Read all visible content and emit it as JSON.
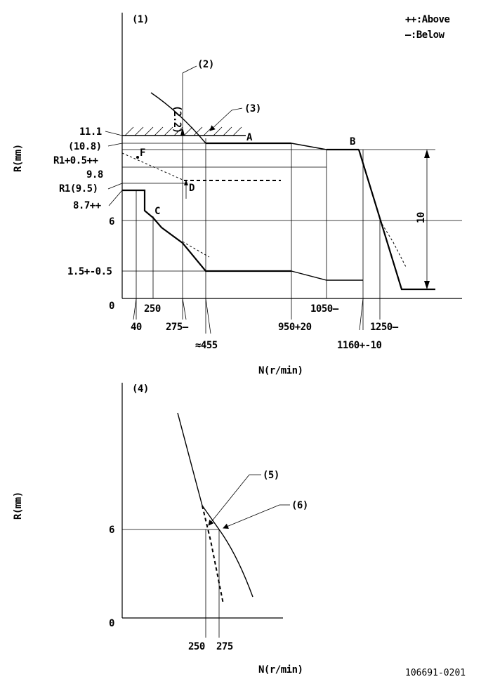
{
  "legend": {
    "above": "++:Above",
    "below": "—:Below"
  },
  "chart1": {
    "ref": "(1)",
    "ylabel": "R(mm)",
    "xlabel": "N(r/min)",
    "y_labels": [
      "11.1",
      "(10.8)",
      "R1+0.5++",
      "9.8",
      "R1(9.5)",
      "8.7++",
      "6",
      "1.5+-0.5",
      "0"
    ],
    "x_labels": [
      "40",
      "250",
      "275—",
      "≈455",
      "950+20",
      "1050—",
      "1160+-10",
      "1250—"
    ],
    "callouts": {
      "c2": "(2)",
      "c3": "(3)",
      "dim22": "(2.2)",
      "dim10": "10"
    },
    "points": {
      "A": "A",
      "B": "B",
      "C": "C",
      "D": "D",
      "F": "F"
    }
  },
  "chart2": {
    "ref": "(4)",
    "ylabel": "R(mm)",
    "xlabel": "N(r/min)",
    "y_labels": [
      "6",
      "0"
    ],
    "x_labels": [
      "250",
      "275"
    ],
    "callouts": {
      "c5": "(5)",
      "c6": "(6)"
    }
  },
  "footer": {
    "code": "106691-0201"
  }
}
